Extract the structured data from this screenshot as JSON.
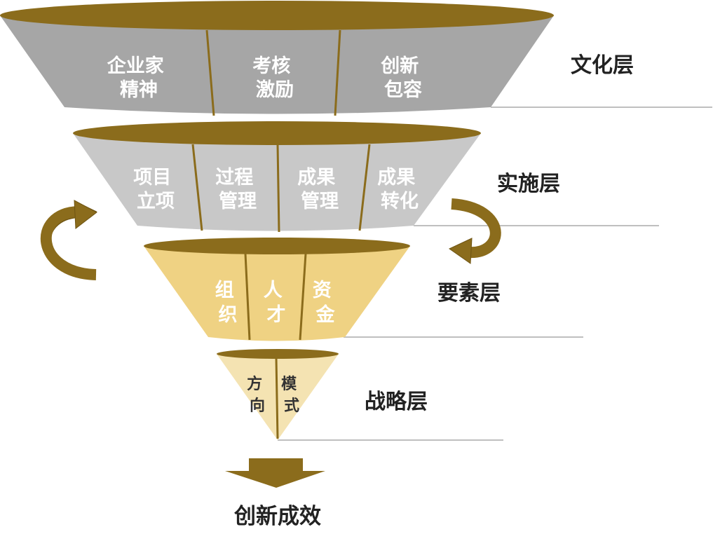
{
  "layers": [
    {
      "label": "文化层",
      "segments": [
        {
          "line1": "企业家",
          "line2": "精神"
        },
        {
          "line1": "考核",
          "line2": "激励"
        },
        {
          "line1": "创新",
          "line2": "包容"
        }
      ]
    },
    {
      "label": "实施层",
      "segments": [
        {
          "line1": "项目",
          "line2": "立项"
        },
        {
          "line1": "过程",
          "line2": "管理"
        },
        {
          "line1": "成果",
          "line2": "管理"
        },
        {
          "line1": "成果",
          "line2": "转化"
        }
      ]
    },
    {
      "label": "要素层",
      "segments": [
        {
          "line1": "组",
          "line2": "织"
        },
        {
          "line1": "人",
          "line2": "才"
        },
        {
          "line1": "资",
          "line2": "金"
        }
      ]
    },
    {
      "label": "战略层",
      "segments": [
        {
          "line1": "方",
          "line2": "向"
        },
        {
          "line1": "模",
          "line2": "式"
        }
      ]
    }
  ],
  "result": "创新成效",
  "colors": {
    "gold": "#8b6c1c",
    "culture_body": "#a6a6a6",
    "implement_body": "#c8c8c8",
    "element_body": "#efd283",
    "strategy_body": "#f4e3b2",
    "guide_line": "#bfbfbf"
  }
}
